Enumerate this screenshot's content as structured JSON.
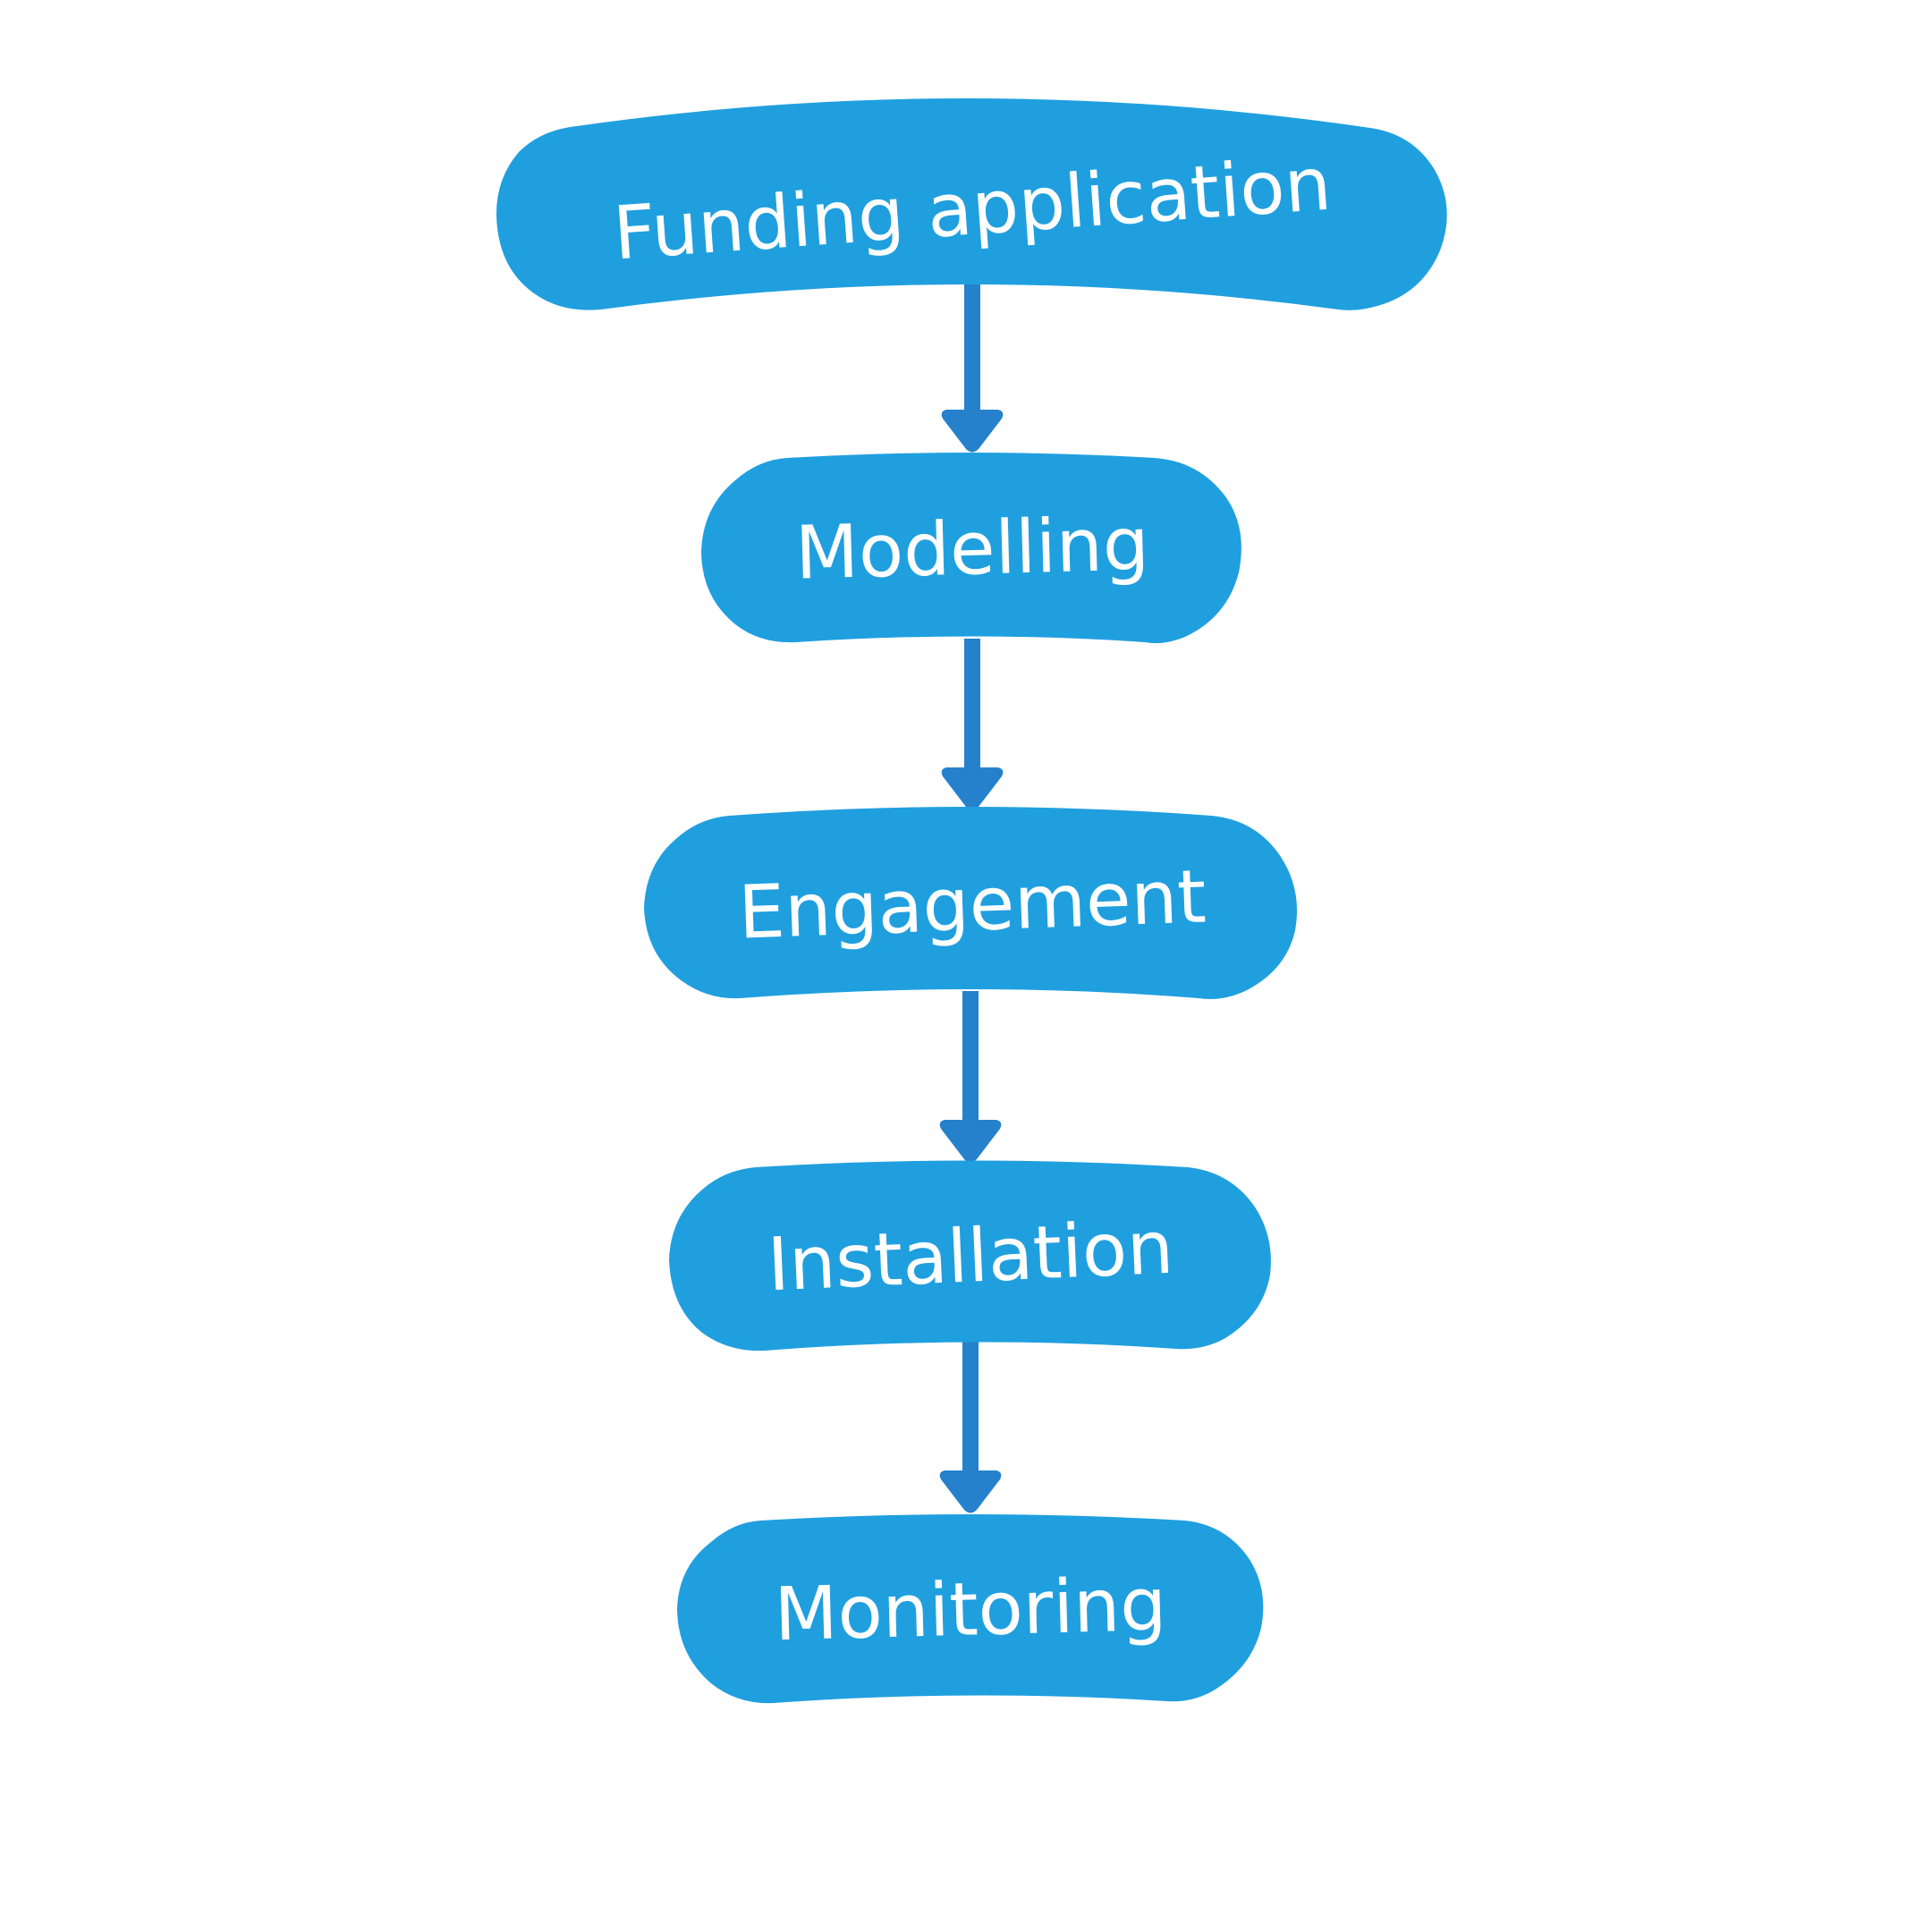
{
  "diagram": {
    "type": "flowchart",
    "direction": "top-to-bottom",
    "colors": {
      "node_fill": "#209FDF",
      "arrow": "#2581CC",
      "label": "#FFFFFF",
      "background": "#FFFFFF"
    },
    "nodes": [
      {
        "id": "funding-application",
        "label": "Funding application"
      },
      {
        "id": "modelling",
        "label": "Modelling"
      },
      {
        "id": "engagement",
        "label": "Engagement"
      },
      {
        "id": "installation",
        "label": "Installation"
      },
      {
        "id": "monitoring",
        "label": "Monitoring"
      }
    ],
    "edges": [
      {
        "from": "funding-application",
        "to": "modelling"
      },
      {
        "from": "modelling",
        "to": "engagement"
      },
      {
        "from": "engagement",
        "to": "installation"
      },
      {
        "from": "installation",
        "to": "monitoring"
      }
    ]
  }
}
